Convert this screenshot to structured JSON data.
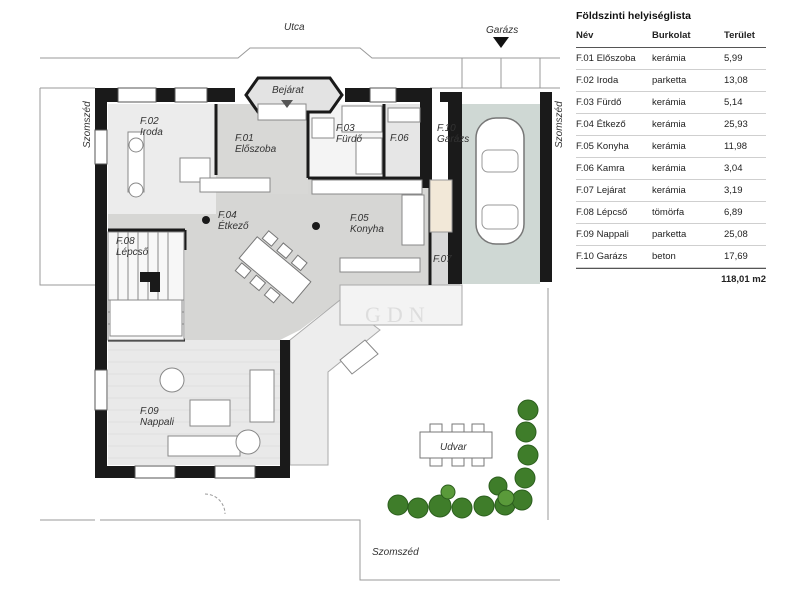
{
  "table": {
    "title": "Földszinti helyiséglista",
    "headers": [
      "Név",
      "Burkolat",
      "Terület"
    ],
    "rows": [
      {
        "name": "F.01 Előszoba",
        "floor": "kerámia",
        "area": "5,99"
      },
      {
        "name": "F.02 Iroda",
        "floor": "parketta",
        "area": "13,08"
      },
      {
        "name": "F.03 Fürdő",
        "floor": "kerámia",
        "area": "5,14"
      },
      {
        "name": "F.04 Étkező",
        "floor": "kerámia",
        "area": "25,93"
      },
      {
        "name": "F.05 Konyha",
        "floor": "kerámia",
        "area": "11,98"
      },
      {
        "name": "F.06 Kamra",
        "floor": "kerámia",
        "area": "3,04"
      },
      {
        "name": "F.07 Lejárat",
        "floor": "kerámia",
        "area": "3,19"
      },
      {
        "name": "F.08 Lépcső",
        "floor": "tömörfa",
        "area": "6,89"
      },
      {
        "name": "F.09 Nappali",
        "floor": "parketta",
        "area": "25,08"
      },
      {
        "name": "F.10 Garázs",
        "floor": "beton",
        "area": "17,69"
      }
    ],
    "total": "118,01 m2"
  },
  "plan": {
    "street": "Utca",
    "garage_entry": "Garázs",
    "entrance": "Bejárat",
    "neighbor_left": "Szomszéd",
    "neighbor_right": "Szomszéd",
    "neighbor_bottom": "Szomszéd",
    "yard": "Udvar",
    "watermark": "GDN",
    "rooms": {
      "f01": {
        "code": "F.01",
        "name": "Előszoba"
      },
      "f02": {
        "code": "F.02",
        "name": "Iroda"
      },
      "f03": {
        "code": "F.03",
        "name": "Fürdő"
      },
      "f04": {
        "code": "F.04",
        "name": "Étkező"
      },
      "f05": {
        "code": "F.05",
        "name": "Konyha"
      },
      "f06": {
        "code": "F.06"
      },
      "f07": {
        "code": "F.07"
      },
      "f08": {
        "code": "F.08",
        "name": "Lépcső"
      },
      "f09": {
        "code": "F.09",
        "name": "Nappali"
      },
      "f10": {
        "code": "F.10",
        "name": "Garázs"
      }
    }
  }
}
